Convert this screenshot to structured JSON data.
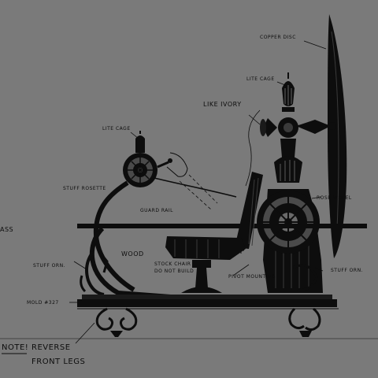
{
  "colors": {
    "background": "#7a7a7a",
    "ink": "#0d0d0d"
  },
  "labels": {
    "copper_disc": "COPPER DISC",
    "lite_cage_top": "LITE CAGE",
    "like_ivory": "LIKE IVORY",
    "lite_cage_left": "LITE CAGE",
    "stuff_rosette": "STUFF ROSETTE",
    "guard_rail": "GUARD RAIL",
    "brass": "ASS",
    "wood": "WOOD",
    "stock_chair": "STOCK CHAIR",
    "do_not_build": "DO NOT BUILD",
    "stuff_orn_left": "STUFF ORN.",
    "pivot_mounting": "PIVOT MOUNTING",
    "stuff_orn_right": "STUFF ORN.",
    "rose_wheel": "ROSE WHEEL",
    "mold_number": "MOLD #327",
    "note": "NOTE!",
    "reverse": "REVERSE",
    "front_legs": "FRONT LEGS"
  }
}
